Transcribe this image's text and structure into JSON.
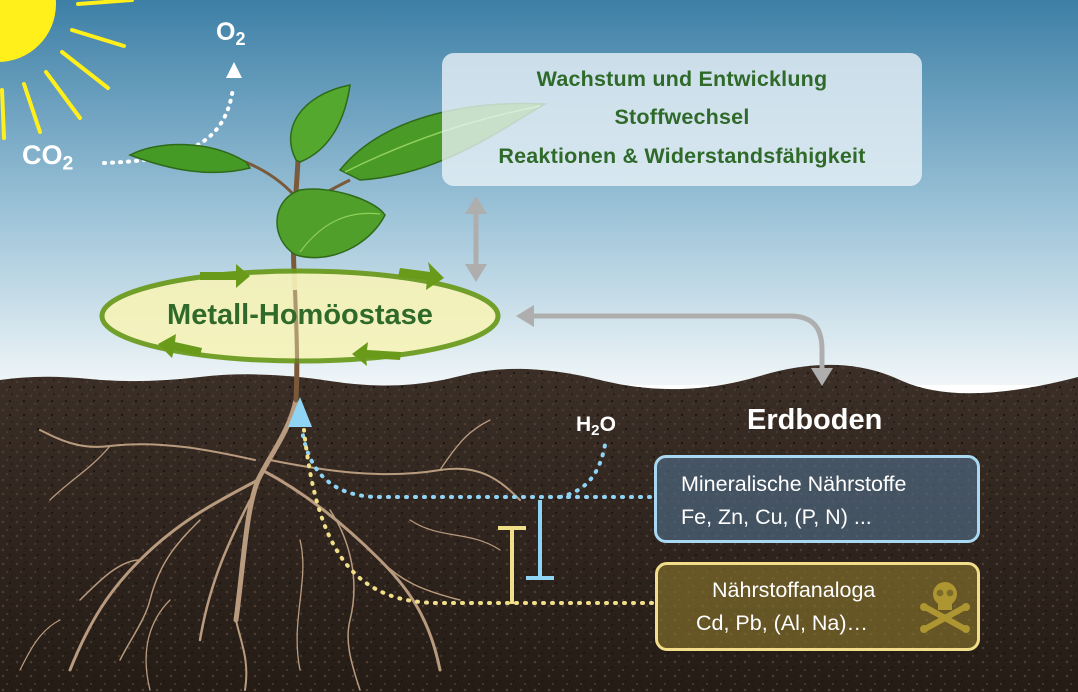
{
  "labels": {
    "co2_base": "CO",
    "co2_sub": "2",
    "o2_base": "O",
    "o2_sub": "2",
    "h2o_h": "H",
    "h2o_sub": "2",
    "h2o_o": "O"
  },
  "info_box": {
    "lines": [
      "Wachstum und Entwicklung",
      "Stoffwechsel",
      "Reaktionen & Widerstandsfähigkeit"
    ]
  },
  "homeostasis": {
    "label": "Metall-Homöostase"
  },
  "soil": {
    "title": "Erdboden",
    "mineral": {
      "title": "Mineralische Nährstoffe",
      "elements": "Fe, Zn, Cu, (P, N) ..."
    },
    "analog": {
      "title": "Nährstoffanaloga",
      "elements": "Cd, Pb, (Al, Na)…",
      "icon": "skull-crossbones-icon"
    }
  },
  "colors": {
    "sky_top": "#3d7fa6",
    "sky_bottom": "#f0f6f8",
    "soil": "#2e241d",
    "leaf_green": "#3f8a22",
    "cycle_green": "#6a9a1a",
    "ellipse_fill": "#f6f3b9",
    "mineral_blue": "#8fd3f5",
    "analog_yellow": "#f0de88",
    "sun_yellow": "#ffef1a",
    "arrow_gray": "#aeaeae"
  }
}
